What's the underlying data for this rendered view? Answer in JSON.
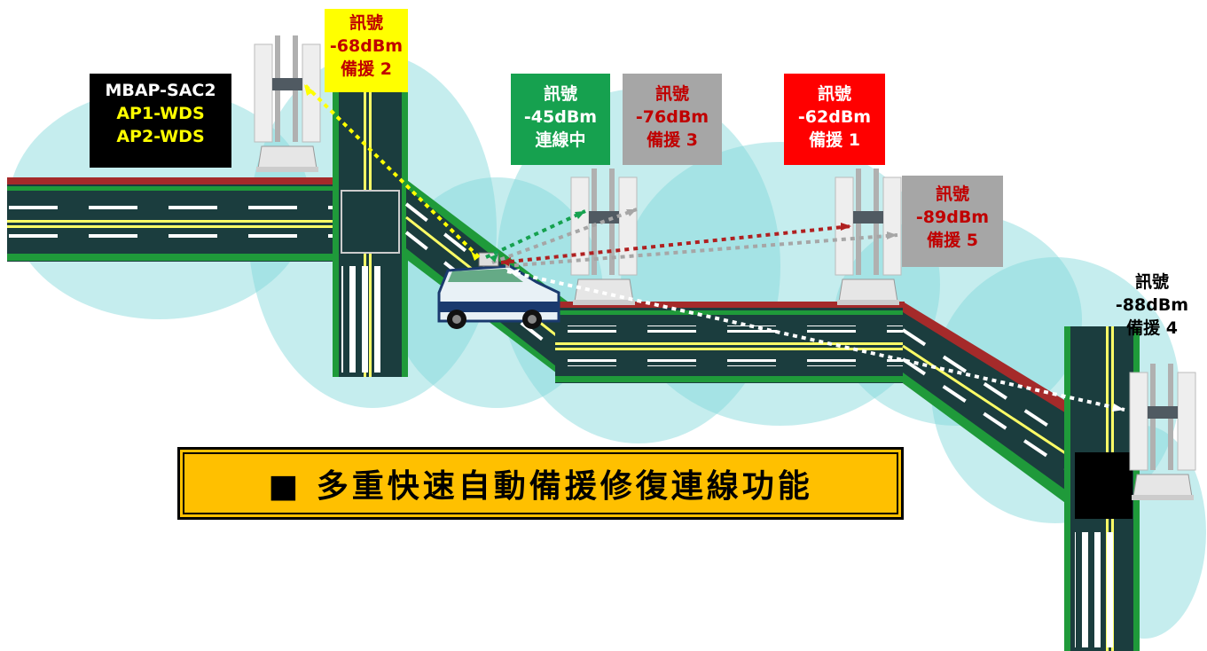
{
  "controller": {
    "model": "MBAP-SAC2",
    "wds1": "AP1-WDS",
    "wds2": "AP2-WDS"
  },
  "access_points": [
    {
      "id": "ap-backup-2",
      "title": "訊號",
      "signal": "-68dBm",
      "status": "備援 2",
      "color": "#ffff00"
    },
    {
      "id": "ap-connected",
      "title": "訊號",
      "signal": "-45dBm",
      "status": "連線中",
      "color": "#16a14f"
    },
    {
      "id": "ap-backup-3",
      "title": "訊號",
      "signal": "-76dBm",
      "status": "備援 3",
      "color": "#a6a6a6"
    },
    {
      "id": "ap-backup-1",
      "title": "訊號",
      "signal": "-62dBm",
      "status": "備援 1",
      "color": "#ff0000"
    },
    {
      "id": "ap-backup-5",
      "title": "訊號",
      "signal": "-89dBm",
      "status": "備援 5",
      "color": "#a6a6a6"
    },
    {
      "id": "ap-backup-4",
      "title": "訊號",
      "signal": "-88dBm",
      "status": "備援 4",
      "color": "#ffffff"
    }
  ],
  "banner": {
    "text": "■ 多重快速自動備援修復連線功能"
  }
}
